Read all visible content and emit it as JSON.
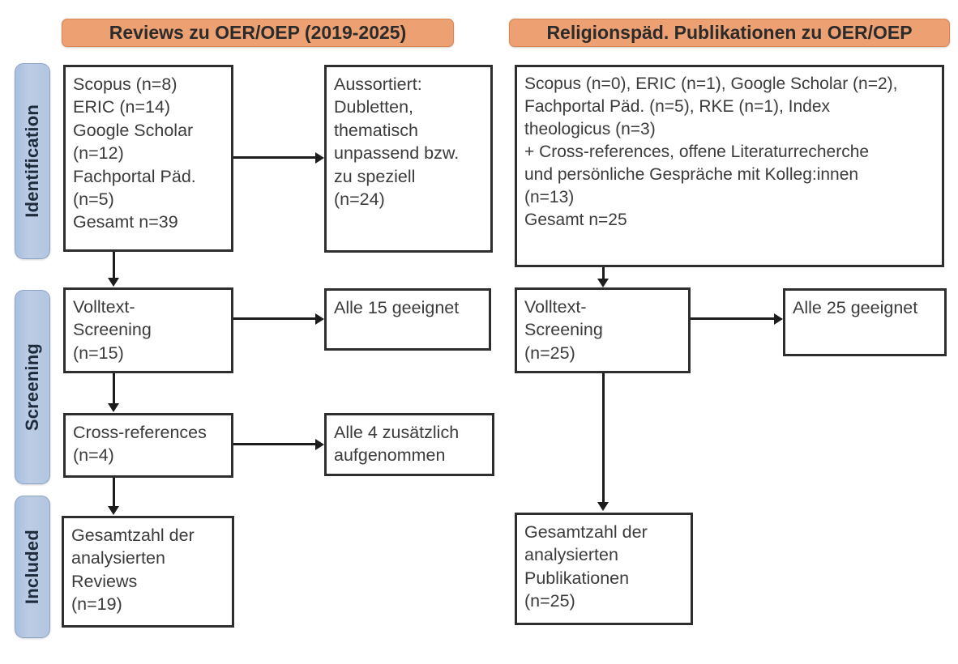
{
  "figure": {
    "type": "prisma-flow-diagram",
    "accent_header_color": "#eda071",
    "stage_pill_color": "#b3c5e0",
    "box_border_color": "#2e2e2e"
  },
  "stages": [
    {
      "id": "identification",
      "label": "Identification"
    },
    {
      "id": "screening",
      "label": "Screening"
    },
    {
      "id": "included",
      "label": "Included"
    }
  ],
  "columns": [
    {
      "id": "reviews",
      "header": "Reviews zu OER/OEP (2019-2025)",
      "boxes": {
        "identification_sources": "Scopus (n=8)\nERIC (n=14)\nGoogle Scholar\n(n=12)\nFachportal Päd.\n(n=5)\nGesamt n=39",
        "excluded": "Aussortiert:\nDubletten,\nthematisch\nunpassend bzw.\nzu speziell\n(n=24)",
        "fulltext_screening": "Volltext-\nScreening\n(n=15)",
        "screening_result": "Alle 15 geeignet",
        "cross_references": "Cross-references\n(n=4)",
        "cross_references_result": "Alle 4 zusätzlich\naufgenommen",
        "included_total": "Gesamtzahl der\nanalysierten\nReviews\n(n=19)"
      }
    },
    {
      "id": "religionspaed",
      "header": "Religionspäd. Publikationen zu OER/OEP",
      "boxes": {
        "identification_sources": "Scopus (n=0), ERIC (n=1), Google Scholar (n=2),\nFachportal Päd. (n=5), RKE (n=1), Index\ntheologicus (n=3)\n+ Cross-references, offene Literaturrecherche\nund persönliche Gespräche mit Kolleg:innen\n(n=13)\nGesamt n=25",
        "fulltext_screening": "Volltext-\nScreening\n(n=25)",
        "screening_result": "Alle 25 geeignet",
        "included_total": "Gesamtzahl der\nanalysierten\nPublikationen\n(n=25)"
      }
    }
  ],
  "counts": {
    "reviews_scopus": 8,
    "reviews_eric": 14,
    "reviews_google_scholar": 12,
    "reviews_fachportal": 5,
    "reviews_total_identified": 39,
    "reviews_excluded": 24,
    "reviews_fulltext_screened": 15,
    "reviews_cross_references": 4,
    "reviews_included": 19,
    "rp_scopus": 0,
    "rp_eric": 1,
    "rp_google_scholar": 2,
    "rp_fachportal": 5,
    "rp_rke": 1,
    "rp_index_theologicus": 3,
    "rp_other_sources": 13,
    "rp_total_identified": 25,
    "rp_fulltext_screened": 25,
    "rp_included": 25
  }
}
